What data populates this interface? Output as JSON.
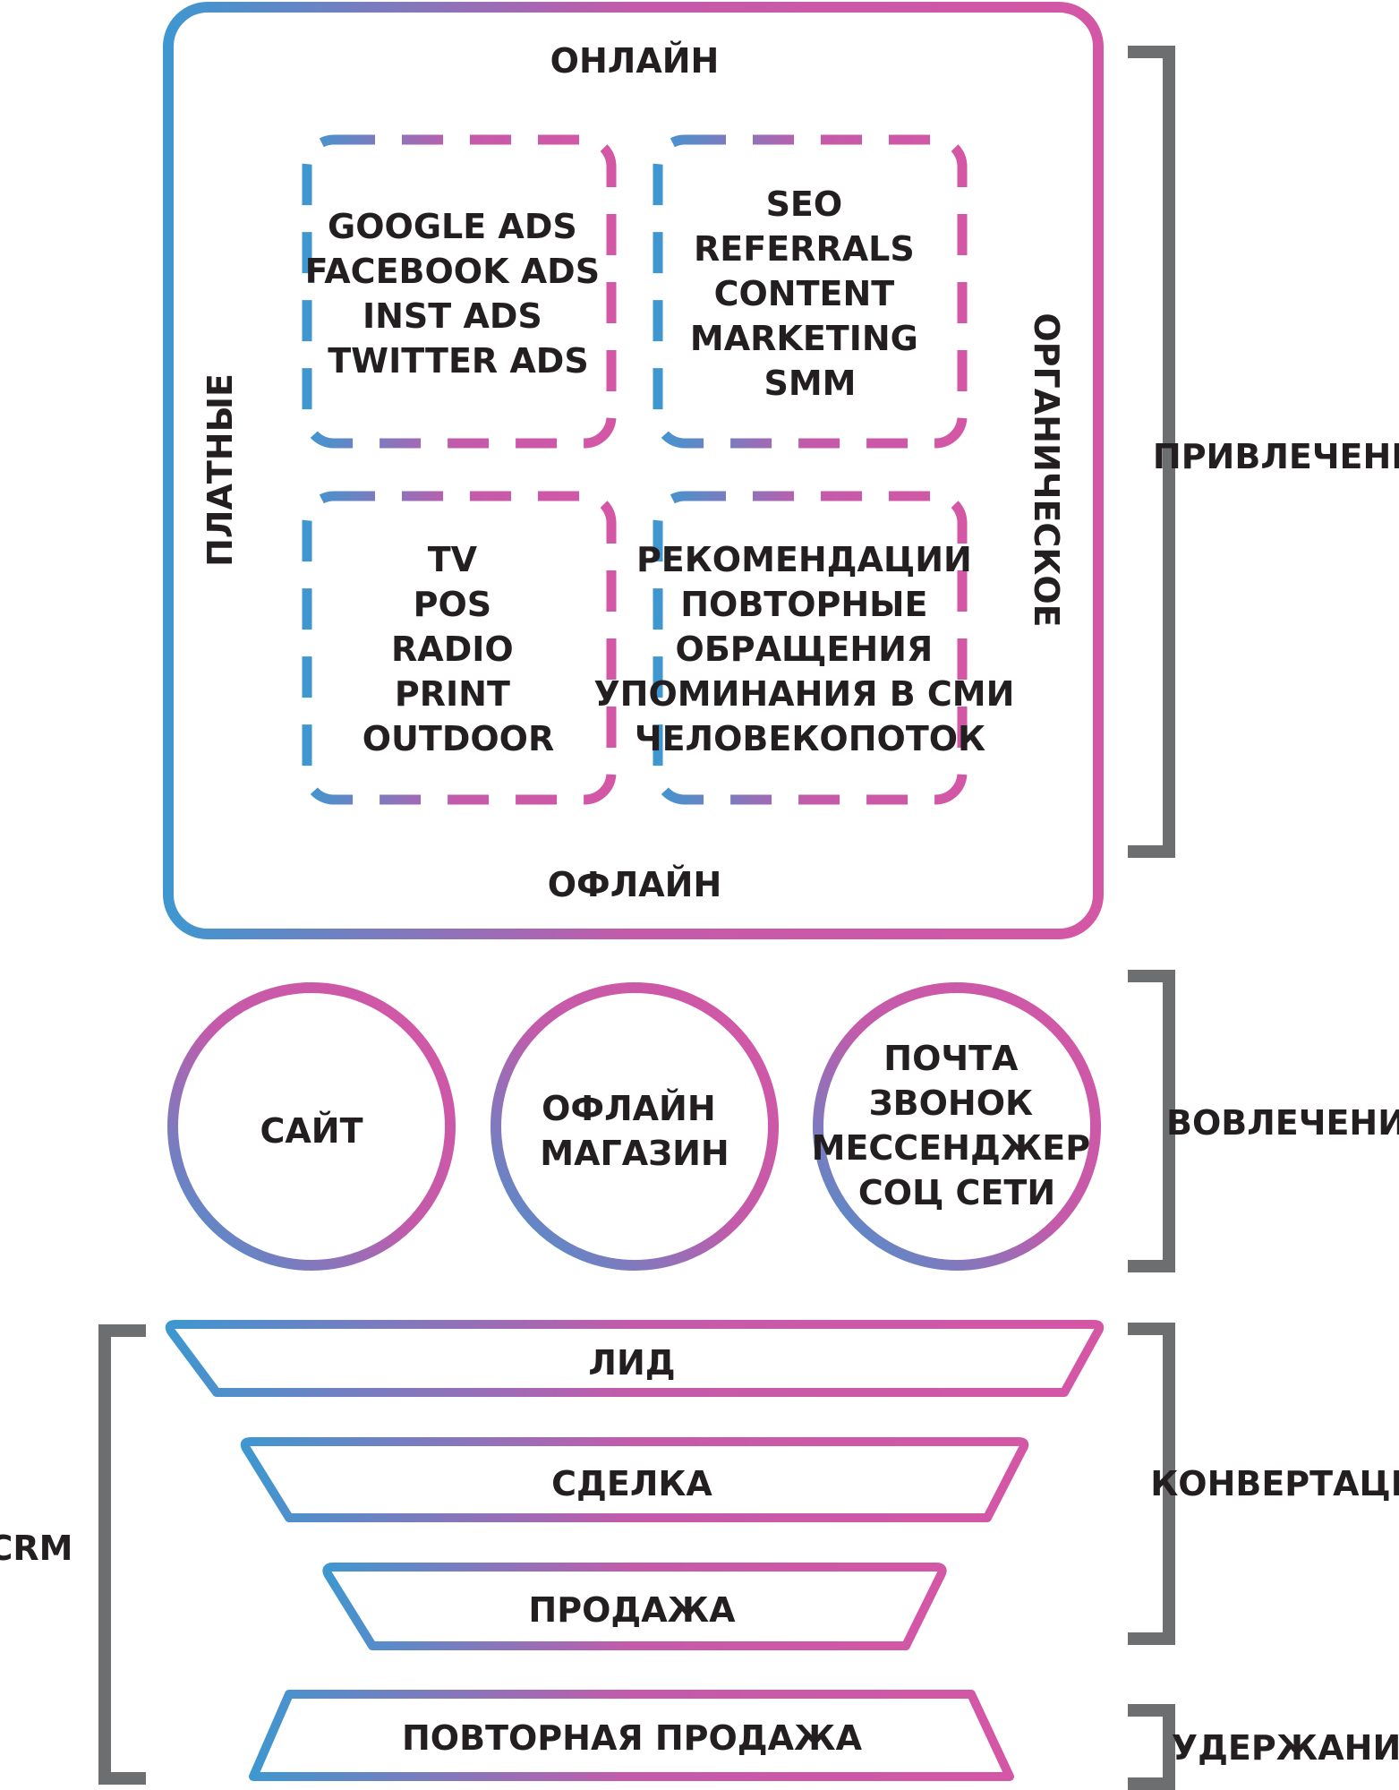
{
  "colors": {
    "blue": "#3f97d0",
    "purple": "#8e78bc",
    "pink": "#d457a6",
    "bracket": "#6d6e70",
    "text": "#231f20"
  },
  "attraction": {
    "online_label": "ОНЛАЙН",
    "offline_label": "ОФЛАЙН",
    "paid_label": "ПЛАТНЫЕ",
    "organic_label": "ОРГАНИЧЕСКОЕ",
    "quadrants": {
      "online_paid": [
        "GOOGLE ADS",
        "FACEBOOK ADS",
        "INST ADS",
        "TWITTER ADS"
      ],
      "online_organic": [
        "SEO",
        "REFERRALS",
        "CONTENT",
        "MARKETING",
        "SMM"
      ],
      "offline_paid": [
        "TV",
        "POS",
        "RADIO",
        "PRINT",
        "OUTDOOR"
      ],
      "offline_organic": [
        "РЕКОМЕНДАЦИИ",
        "ПОВТОРНЫЕ",
        "ОБРАЩЕНИЯ",
        "УПОМИНАНИЯ В СМИ",
        "ЧЕЛОВЕКОПОТОК"
      ]
    }
  },
  "engagement": {
    "circles": [
      [
        "САЙТ"
      ],
      [
        "ОФЛАЙН",
        "МАГАЗИН"
      ],
      [
        "ПОЧТА",
        "ЗВОНОК",
        "МЕССЕНДЖЕР",
        "СОЦ СЕТИ"
      ]
    ]
  },
  "funnel": [
    "ЛИД",
    "СДЕЛКА",
    "ПРОДАЖА",
    "ПОВТОРНАЯ ПРОДАЖА"
  ],
  "stages": {
    "attraction": "ПРИВЛЕЧЕНИЕ",
    "engagement": "ВОВЛЕЧЕНИЕ",
    "conversion": "КОНВЕРТАЦИЯ",
    "retention": "УДЕРЖАНИЕ"
  },
  "crm_label": "CRM"
}
